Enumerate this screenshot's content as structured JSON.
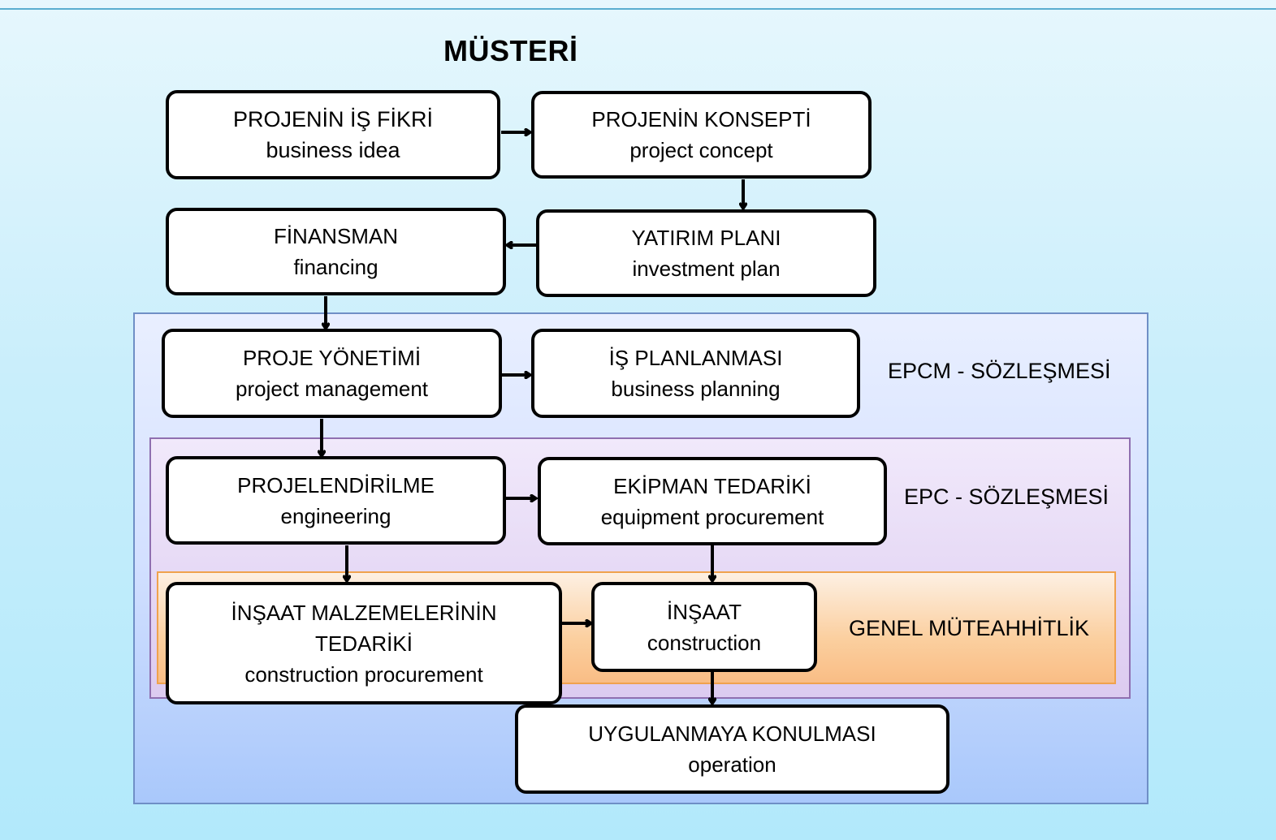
{
  "title": "MÜSTERİ",
  "boxes": {
    "business_idea": {
      "tr": "PROJENİN İŞ FİKRİ",
      "en": "business idea"
    },
    "project_concept": {
      "tr": "PROJENİN KONSEPTİ",
      "en": "project concept"
    },
    "financing": {
      "tr": "FİNANSMAN",
      "en": "financing"
    },
    "investment_plan": {
      "tr": "YATIRIM PLANI",
      "en": "investment plan"
    },
    "project_management": {
      "tr": "PROJE YÖNETİMİ",
      "en": "project management"
    },
    "business_planning": {
      "tr": "İŞ PLANLANMASI",
      "en": "business planning"
    },
    "engineering": {
      "tr": "PROJELENDİRİLME",
      "en": "engineering"
    },
    "equipment_procurement": {
      "tr": "EKİPMAN TEDARİKİ",
      "en": "equipment procurement"
    },
    "construction_procurement": {
      "tr1": "İNŞAAT MALZEMELERİNİN",
      "tr2": "TEDARİKİ",
      "en": "construction procurement"
    },
    "construction": {
      "tr": "İNŞAAT",
      "en": "construction"
    },
    "operation": {
      "tr": "UYGULANMAYA KONULMASI",
      "en": "operation"
    }
  },
  "regions": {
    "epcm": "EPCM - SÖZLEŞMESİ",
    "epc": "EPC - SÖZLEŞMESİ",
    "general_contracting": "GENEL MÜTEAHHİTLİK"
  },
  "colors": {
    "epcm_fill": "#d3e0ff",
    "epc_fill": "#dccbf0",
    "general_contracting_fill": "#fbcf9f",
    "box_border": "#000000"
  }
}
